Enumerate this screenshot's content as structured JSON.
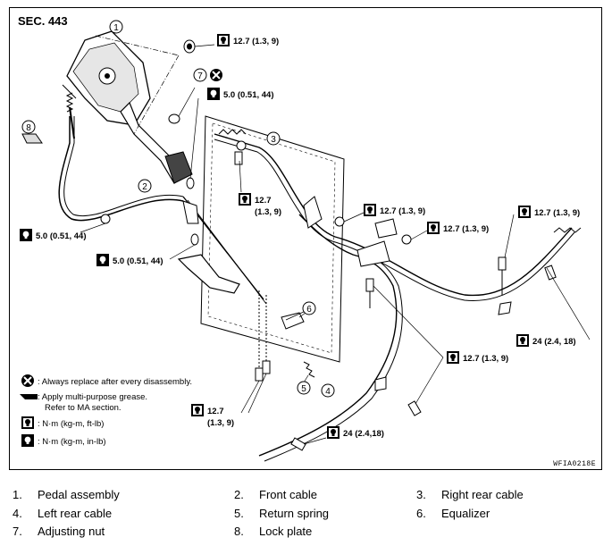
{
  "section": "SEC. 443",
  "figure_code": "WFIA0218E",
  "callouts": [
    {
      "n": "1"
    },
    {
      "n": "2"
    },
    {
      "n": "3"
    },
    {
      "n": "4"
    },
    {
      "n": "5"
    },
    {
      "n": "6"
    },
    {
      "n": "7"
    },
    {
      "n": "8"
    }
  ],
  "torques": {
    "t_top": "12.7 (1.3, 9)",
    "t_small_top": "5.0 (0.51, 44)",
    "t_front_cable_a": "12.7",
    "t_front_cable_b": "(1.3, 9)",
    "t_mid1": "12.7 (1.3, 9)",
    "t_mid2": "12.7 (1.3, 9)",
    "t_right_top": "12.7 (1.3, 9)",
    "t_left_mid": "5.0 (0.51, 44)",
    "t_center_left": "5.0 (0.51, 44)",
    "t_lower_right": "24 (2.4, 18)",
    "t_right_mid": "12.7 (1.3, 9)",
    "t_bottom_a": "12.7",
    "t_bottom_b": "(1.3, 9)",
    "t_bottom_center": "24 (2.4,18)"
  },
  "symbol_legend": {
    "replace": ": Always replace after every disassembly.",
    "grease_1": ": Apply multi-purpose grease.",
    "grease_2": "Refer to MA section.",
    "nm_ft": ": N·m (kg-m, ft-lb)",
    "nm_in": ": N·m (kg-m, in-lb)"
  },
  "parts": [
    {
      "num": "1.",
      "name": "Pedal assembly"
    },
    {
      "num": "2.",
      "name": "Front cable"
    },
    {
      "num": "3.",
      "name": "Right rear cable"
    },
    {
      "num": "4.",
      "name": "Left rear cable"
    },
    {
      "num": "5.",
      "name": "Return spring"
    },
    {
      "num": "6.",
      "name": "Equalizer"
    },
    {
      "num": "7.",
      "name": "Adjusting nut"
    },
    {
      "num": "8.",
      "name": "Lock plate"
    }
  ]
}
